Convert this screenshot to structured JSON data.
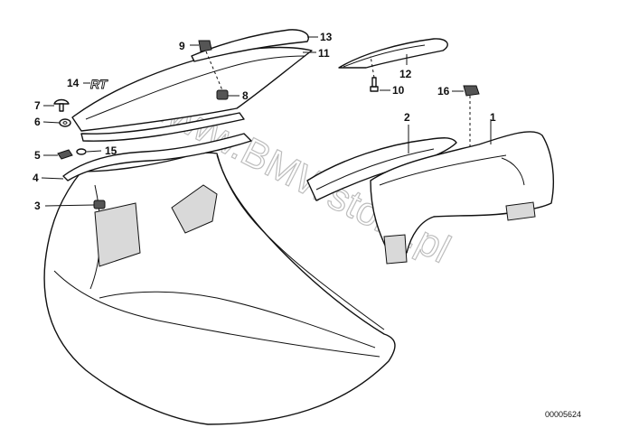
{
  "diagram": {
    "callouts": [
      {
        "id": "1",
        "label": "1"
      },
      {
        "id": "2",
        "label": "2"
      },
      {
        "id": "3",
        "label": "3"
      },
      {
        "id": "4",
        "label": "4"
      },
      {
        "id": "5",
        "label": "5"
      },
      {
        "id": "6",
        "label": "6"
      },
      {
        "id": "7",
        "label": "7"
      },
      {
        "id": "8",
        "label": "8"
      },
      {
        "id": "9",
        "label": "9"
      },
      {
        "id": "10",
        "label": "10"
      },
      {
        "id": "11",
        "label": "11"
      },
      {
        "id": "12",
        "label": "12"
      },
      {
        "id": "13",
        "label": "13"
      },
      {
        "id": "14",
        "label": "14"
      },
      {
        "id": "15",
        "label": "15"
      },
      {
        "id": "16",
        "label": "16"
      }
    ],
    "emblem_text": "RT",
    "watermark": "www.BMWstore.pl",
    "drawing_number": "00005624"
  }
}
